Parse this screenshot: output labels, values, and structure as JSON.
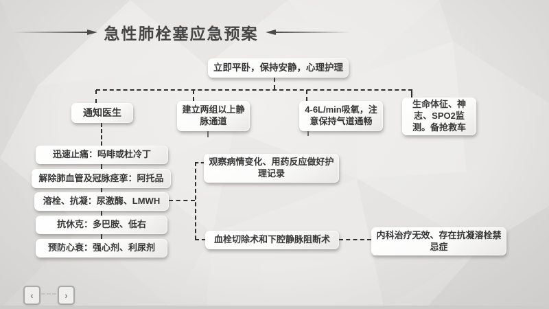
{
  "slide": {
    "title": "急性肺栓塞应急预案"
  },
  "flowchart": {
    "immediate": "立即平卧，保持安静，心理护理",
    "notify": "通知医生",
    "iv_access": "建立两组以上静脉通道",
    "oxygen": "4-6L/min吸氧，注意保持气道通畅",
    "monitoring": "生命体征、神志、SPO2监测。备抢救车",
    "pain": "迅速止痛：吗啡或杜冷丁",
    "spasm": "解除肺血管及冠脉痉挛：阿托品",
    "thrombolysis": "溶栓、抗凝：尿激酶、LMWH",
    "shock": "抗休克：多巴胺、低右",
    "heart_failure": "预防心衰：强心剂、利尿剂",
    "observe": "观察病情变化、用药反应做好护理记录",
    "surgery": "血栓切除术和下腔静脉阻断术",
    "contraindication": "内科治疗无效、存在抗凝溶栓禁忌症"
  },
  "nav": {
    "prev_icon": "‹",
    "next_icon": "›"
  },
  "colors": {
    "background": "#e9e8e6",
    "node_text": "#363636",
    "connector": "#2c2c2c",
    "title": "#454545"
  }
}
